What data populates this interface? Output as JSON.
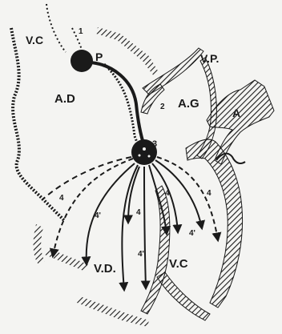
{
  "diagram": {
    "labels": {
      "vc_top": "V.C",
      "p": "P",
      "vp": "V.P.",
      "ad": "A.D",
      "ag": "A.G",
      "a": "A",
      "vd": "V.D.",
      "vc_bottom": "V.C"
    },
    "numbers": {
      "n1": "1",
      "n2": "2",
      "n3": "3",
      "n4a": "4",
      "n4b": "4'",
      "n4c": "4",
      "n4d": "4'",
      "n4e": "4",
      "n4f": "4'",
      "n4g": "4"
    },
    "colors": {
      "ink": "#1a1a1a",
      "paper": "#f4f4f2"
    }
  }
}
